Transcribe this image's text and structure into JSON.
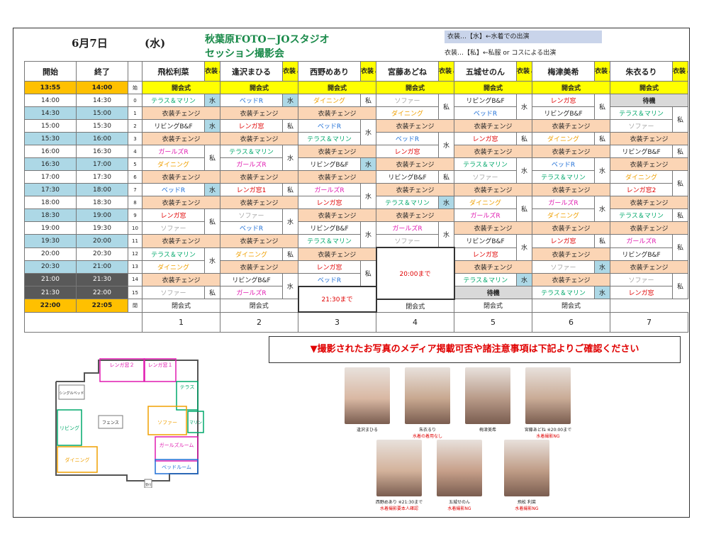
{
  "header": {
    "date": "6月7日",
    "dow": "(水)",
    "title1": "秋葉原FOTO－JOスタジオ",
    "title2": "セッション撮影会"
  },
  "notes": {
    "mizu": "衣装…【水】←水着での出演",
    "watashi": "衣装…【私】←私服 or コスによる出演"
  },
  "columns": {
    "start": "開始",
    "end": "終了",
    "costume": "衣装↓"
  },
  "models": [
    "飛松利菜",
    "逢沢まひる",
    "西野めあり",
    "宮藤あどね",
    "五城せのん",
    "梅津美希",
    "朱衣るり"
  ],
  "rows": [
    {
      "s": "13:55",
      "e": "14:00",
      "n": "始"
    },
    {
      "s": "14:00",
      "e": "14:30",
      "n": "0"
    },
    {
      "s": "14:30",
      "e": "15:00",
      "n": "1"
    },
    {
      "s": "15:00",
      "e": "15:30",
      "n": "2"
    },
    {
      "s": "15:30",
      "e": "16:00",
      "n": "3"
    },
    {
      "s": "16:00",
      "e": "16:30",
      "n": "4"
    },
    {
      "s": "16:30",
      "e": "17:00",
      "n": "5"
    },
    {
      "s": "17:00",
      "e": "17:30",
      "n": "6"
    },
    {
      "s": "17:30",
      "e": "18:00",
      "n": "7"
    },
    {
      "s": "18:00",
      "e": "18:30",
      "n": "8"
    },
    {
      "s": "18:30",
      "e": "19:00",
      "n": "9"
    },
    {
      "s": "19:00",
      "e": "19:30",
      "n": "10"
    },
    {
      "s": "19:30",
      "e": "20:00",
      "n": "11"
    },
    {
      "s": "20:00",
      "e": "20:30",
      "n": "12"
    },
    {
      "s": "20:30",
      "e": "21:00",
      "n": "13"
    },
    {
      "s": "21:00",
      "e": "21:30",
      "n": "14"
    },
    {
      "s": "21:30",
      "e": "22:00",
      "n": "15"
    },
    {
      "s": "22:00",
      "e": "22:05",
      "n": "閉"
    }
  ],
  "schedule": [
    [
      [
        "開会式",
        "y"
      ],
      [
        "開会式",
        "y"
      ],
      [
        "開会式",
        "y"
      ],
      [
        "開会式",
        "y"
      ],
      [
        "開会式",
        "y"
      ],
      [
        "開会式",
        "y"
      ],
      [
        "開会式",
        "y"
      ]
    ],
    [
      [
        "テラス＆マリン",
        "teal",
        "水",
        "b"
      ],
      [
        "ベッドR",
        "blue",
        "水",
        "b"
      ],
      [
        "ダイニング",
        "orange",
        "私"
      ],
      [
        "ソファー",
        "gray",
        "私",
        2
      ],
      [
        "リビングB&F",
        "blk",
        "水",
        2
      ],
      [
        "レンガ窓",
        "red",
        "私",
        2
      ],
      [
        "待機",
        "ts"
      ]
    ],
    [
      [
        "衣装チェンジ",
        "p"
      ],
      [
        "衣装チェンジ",
        "p"
      ],
      [
        "衣装チェンジ",
        "p"
      ],
      [
        "ダイニング",
        "orange"
      ],
      [
        "ベッドR",
        "blue"
      ],
      [
        "リビングB&F",
        "blk"
      ],
      [
        "テラス＆マリン",
        "teal",
        "私",
        2
      ]
    ],
    [
      [
        "リビングB&F",
        "blk",
        "水",
        "b"
      ],
      [
        "レンガ窓",
        "red",
        "私"
      ],
      [
        "ベッドR",
        "blue",
        "水",
        2
      ],
      [
        "衣装チェンジ",
        "p"
      ],
      [
        "衣装チェンジ",
        "p"
      ],
      [
        "衣装チェンジ",
        "p"
      ],
      [
        "ソファー",
        "gray"
      ]
    ],
    [
      [
        "衣装チェンジ",
        "p"
      ],
      [
        "衣装チェンジ",
        "p"
      ],
      [
        "テラス＆マリン",
        "teal"
      ],
      [
        "ベッドR",
        "blue",
        "水",
        2
      ],
      [
        "レンガ窓",
        "red",
        "私"
      ],
      [
        "ダイニング",
        "orange",
        "私"
      ],
      [
        "衣装チェンジ",
        "p"
      ]
    ],
    [
      [
        "ガールズR",
        "mag",
        "私",
        2
      ],
      [
        "テラス＆マリン",
        "teal",
        "水",
        2
      ],
      [
        "衣装チェンジ",
        "p"
      ],
      [
        "レンガ窓",
        "red"
      ],
      [
        "衣装チェンジ",
        "p"
      ],
      [
        "衣装チェンジ",
        "p"
      ],
      [
        "リビングB&F",
        "blk",
        "私"
      ]
    ],
    [
      [
        "ダイニング",
        "orange"
      ],
      [
        "ガールズR",
        "mag"
      ],
      [
        "リビングB&F",
        "blk",
        "水",
        "b"
      ],
      [
        "衣装チェンジ",
        "p"
      ],
      [
        "テラス＆マリン",
        "teal",
        "水",
        2
      ],
      [
        "ベッドR",
        "blue",
        "水",
        2
      ],
      [
        "衣装チェンジ",
        "p"
      ]
    ],
    [
      [
        "衣装チェンジ",
        "p"
      ],
      [
        "衣装チェンジ",
        "p"
      ],
      [
        "衣装チェンジ",
        "p"
      ],
      [
        "リビングB&F",
        "blk",
        "私"
      ],
      [
        "ソファー",
        "gray"
      ],
      [
        "テラス＆マリン",
        "teal"
      ],
      [
        "ダイニング",
        "orange",
        "私",
        2
      ]
    ],
    [
      [
        "ベッドR",
        "blue",
        "水",
        "b"
      ],
      [
        "レンガ窓1",
        "red",
        "私"
      ],
      [
        "ガールズR",
        "mag",
        "水",
        2
      ],
      [
        "衣装チェンジ",
        "p"
      ],
      [
        "衣装チェンジ",
        "p"
      ],
      [
        "衣装チェンジ",
        "p"
      ],
      [
        "レンガ窓2",
        "red"
      ]
    ],
    [
      [
        "衣装チェンジ",
        "p"
      ],
      [
        "衣装チェンジ",
        "p"
      ],
      [
        "レンガ窓",
        "red"
      ],
      [
        "テラス＆マリン",
        "teal",
        "水",
        "b"
      ],
      [
        "ダイニング",
        "orange",
        "私",
        2
      ],
      [
        "ガールズR",
        "mag",
        "水",
        2
      ],
      [
        "衣装チェンジ",
        "p"
      ]
    ],
    [
      [
        "レンガ窓",
        "red",
        "私",
        2
      ],
      [
        "ソファー",
        "gray",
        "水",
        2
      ],
      [
        "衣装チェンジ",
        "p"
      ],
      [
        "衣装チェンジ",
        "p"
      ],
      [
        "ガールズR",
        "mag"
      ],
      [
        "ダイニング",
        "orange"
      ],
      [
        "テラス＆マリン",
        "teal",
        "私"
      ]
    ],
    [
      [
        "ソファー",
        "gray"
      ],
      [
        "ベッドR",
        "blue"
      ],
      [
        "リビングB&F",
        "blk",
        "水",
        2
      ],
      [
        "ガールズR",
        "mag",
        "水",
        2
      ],
      [
        "衣装チェンジ",
        "p"
      ],
      [
        "衣装チェンジ",
        "p"
      ],
      [
        "衣装チェンジ",
        "p"
      ]
    ],
    [
      [
        "衣装チェンジ",
        "p"
      ],
      [
        "衣装チェンジ",
        "p"
      ],
      [
        "テラス＆マリン",
        "teal"
      ],
      [
        "ソファー",
        "gray"
      ],
      [
        "リビングB&F",
        "blk",
        "水",
        2
      ],
      [
        "レンガ窓",
        "red",
        "私"
      ],
      [
        "ガールズR",
        "mag",
        "私",
        2
      ]
    ],
    [
      [
        "テラス＆マリン",
        "teal",
        "水",
        2
      ],
      [
        "ダイニング",
        "orange",
        "私"
      ],
      [
        "衣装チェンジ",
        "p"
      ],
      [
        "20:00まで",
        "end",
        null,
        4
      ],
      [
        "レンガ窓",
        "red"
      ],
      [
        "衣装チェンジ",
        "p"
      ],
      [
        "リビングB&F",
        "blk"
      ]
    ],
    [
      [
        "ダイニング",
        "orange"
      ],
      [
        "衣装チェンジ",
        "p"
      ],
      [
        "レンガ窓",
        "red",
        "私",
        2
      ],
      null,
      [
        "衣装チェンジ",
        "p"
      ],
      [
        "ソファー",
        "gray",
        "水",
        "b"
      ],
      [
        "衣装チェンジ",
        "p"
      ]
    ],
    [
      [
        "衣装チェンジ",
        "p"
      ],
      [
        "リビングB&F",
        "blk",
        "水",
        2
      ],
      [
        "ベッドR",
        "blue"
      ],
      null,
      [
        "テラス＆マリン",
        "teal",
        "水",
        "b"
      ],
      [
        "衣装チェンジ",
        "p"
      ],
      [
        "ソファー",
        "gray",
        "私",
        2
      ]
    ],
    [
      [
        "ソファー",
        "gray",
        "私"
      ],
      [
        "ガールズR",
        "mag"
      ],
      [
        "21:30まで",
        "end2",
        null,
        2
      ],
      null,
      [
        "待機",
        "ts"
      ],
      [
        "テラス＆マリン",
        "teal",
        "水",
        "b"
      ],
      [
        "レンガ窓",
        "red"
      ]
    ],
    [
      [
        "閉会式",
        "c"
      ],
      [
        "閉会式",
        "c"
      ],
      null,
      null,
      [
        "閉会式",
        "c"
      ],
      [
        "閉会式",
        "c"
      ],
      [
        "閉会式",
        "c"
      ]
    ]
  ],
  "footer_numbers": [
    "1",
    "2",
    "3",
    "4",
    "5",
    "6",
    "7"
  ],
  "memo": "▼撮影されたお写真のメディア掲載可否や諸注意事項は下記よりご確認ください",
  "floorplan": {
    "renga2": "レンガ窓２",
    "renga1": "レンガ窓１",
    "single": "シングルベッド",
    "terrace": "テラス",
    "living": "リビング",
    "fence": "フェンス",
    "sofa": "ソファー",
    "marine": "マリン",
    "dining": "ダイニング",
    "girls": "ガールズルーム",
    "bed": "ベッドルーム",
    "reception": "受付"
  },
  "photos": [
    {
      "name": "逢沢まひる",
      "note": ""
    },
    {
      "name": "朱衣るり",
      "note": "水着の着用なし"
    },
    {
      "name": "梅津美希",
      "note": ""
    },
    {
      "name": "宮藤あどね ※20:00まで",
      "note": "水着撮影NG"
    },
    {
      "name": "西野めあり ※21:30まで",
      "note": "水着撮影要本人確認"
    },
    {
      "name": "五城せのん",
      "note": "水着撮影NG"
    },
    {
      "name": "飛松 利菜",
      "note": "水着撮影NG"
    }
  ],
  "colors": {
    "time_blue": "#add8e6",
    "open_orange": "#ffc000",
    "change_peach": "#fbd5b5",
    "costume_yellow": "#ffff00",
    "late_dark": "#595959"
  }
}
